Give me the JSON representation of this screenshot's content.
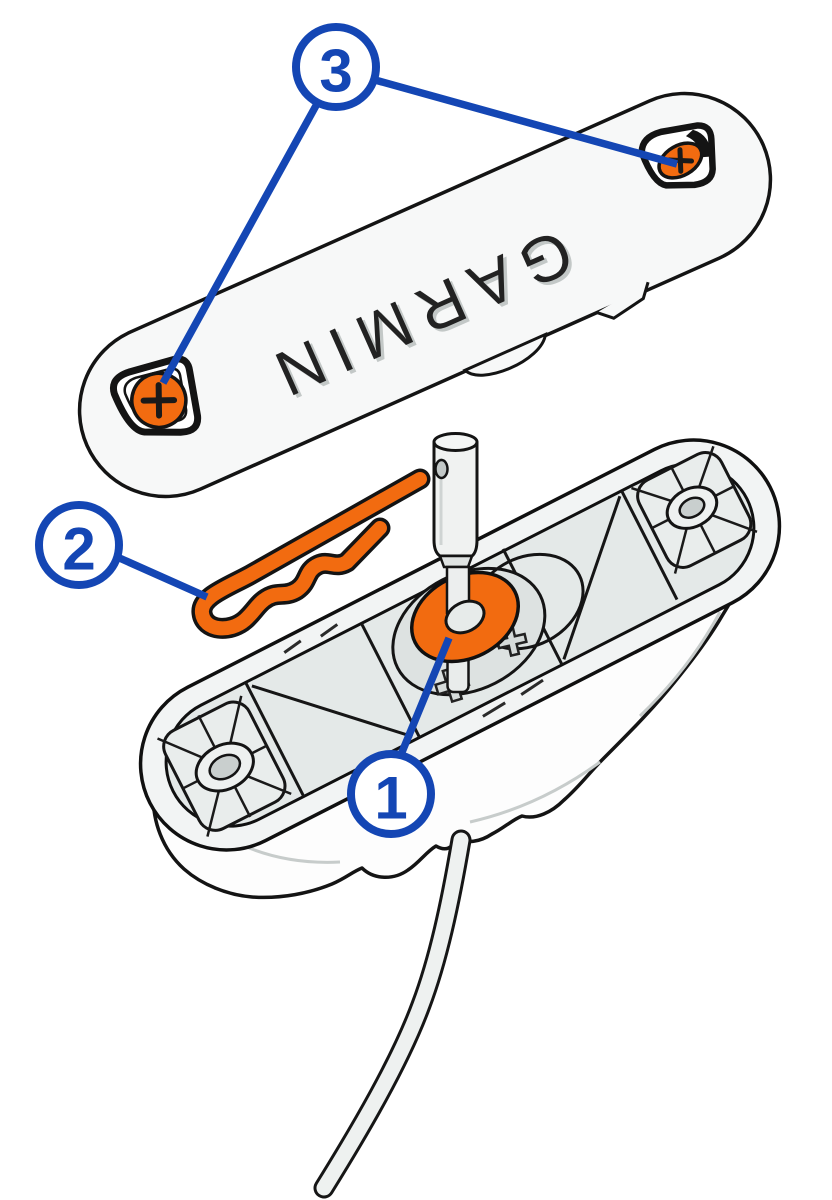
{
  "figure": {
    "type": "exploded-assembly-diagram",
    "brand_text": "GARMIN",
    "callouts": [
      {
        "label": "1",
        "part": "gasket-washer"
      },
      {
        "label": "2",
        "part": "cotter-pin"
      },
      {
        "label": "3",
        "part": "cover-screws"
      }
    ],
    "parts": [
      "antenna-cover",
      "cover-screw-left",
      "cover-screw-right",
      "cotter-pin",
      "gasket-washer",
      "antenna-post",
      "mount-base",
      "antenna-cable"
    ],
    "colors": {
      "callout_blue": "#1446b4",
      "part_orange": "#f26b10",
      "outline_black": "#141414",
      "plastic_white": "#f7f8f8",
      "plastic_gray": "#e6eae9"
    }
  }
}
